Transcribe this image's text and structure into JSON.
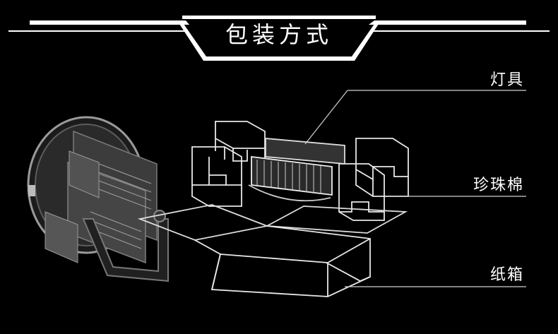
{
  "header": {
    "title": "包装方式"
  },
  "labels": {
    "lamp": "灯具",
    "foam": "珍珠棉",
    "box": "纸箱"
  }
}
